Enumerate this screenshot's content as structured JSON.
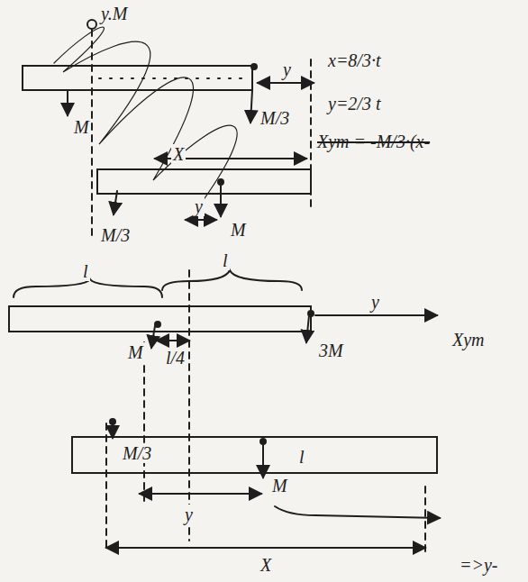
{
  "diagram": {
    "labels": [
      "y.M",
      "y",
      "x=8/3·t",
      "y=2/3 t",
      "Xym = -M/3·(x-",
      "M",
      "M/3",
      "X",
      "M/3",
      "y",
      "M",
      "l",
      "l",
      "y",
      "M",
      "l/4",
      "3M",
      "Xym",
      "M/3",
      "l",
      "M",
      "y",
      "X",
      "=>y-"
    ]
  }
}
